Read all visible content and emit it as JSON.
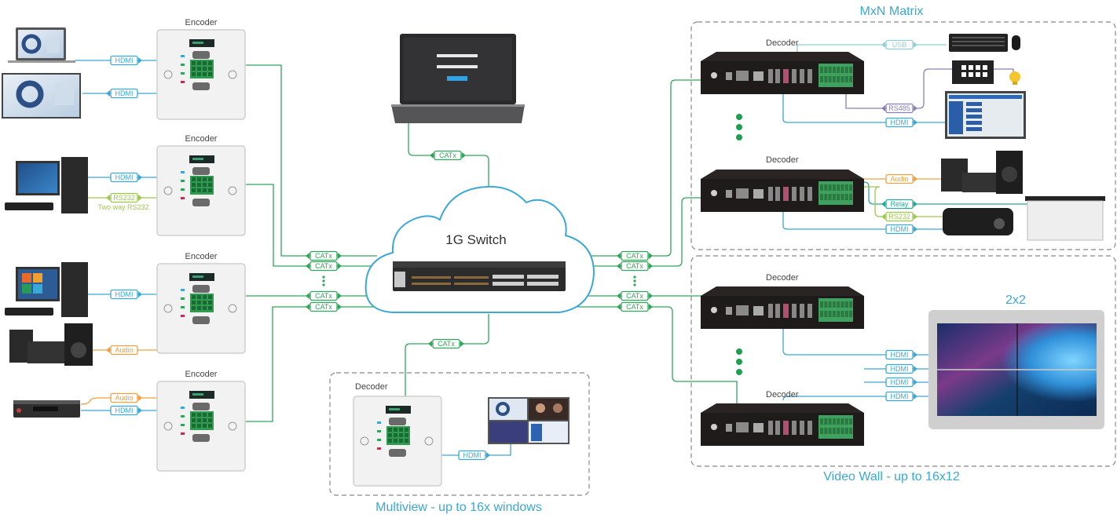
{
  "colors": {
    "catx": "#2fa65a",
    "hdmi": "#3aa8d8",
    "rs232": "#9cc94a",
    "audio": "#f0a040",
    "usb": "#8fd0d8",
    "rs485": "#8a7fb8",
    "relay": "#2aa89a",
    "title": "#3aa8d8",
    "cloud_stroke": "#3aa8d8"
  },
  "switch": {
    "label": "1G Switch"
  },
  "encoders": [
    {
      "label": "Encoder",
      "sources": [
        {
          "device": "laptop",
          "signal": "HDMI",
          "direction": "in"
        },
        {
          "device": "display",
          "signal": "HDMI",
          "direction": "out"
        }
      ]
    },
    {
      "label": "Encoder",
      "sources": [
        {
          "device": "desktop-pc",
          "signal": "HDMI",
          "direction": "in"
        },
        {
          "device": "desktop-pc",
          "signal": "RS232",
          "direction": "bidirectional"
        }
      ],
      "note": "Two way RS232"
    },
    {
      "label": "Encoder",
      "sources": [
        {
          "device": "desktop-pc",
          "signal": "HDMI",
          "direction": "in"
        },
        {
          "device": "speakers",
          "signal": "Audio",
          "direction": "out"
        }
      ]
    },
    {
      "label": "Encoder",
      "sources": [
        {
          "device": "media-player",
          "signal": "Audio",
          "direction": "in"
        },
        {
          "device": "media-player",
          "signal": "HDMI",
          "direction": "in"
        }
      ]
    }
  ],
  "links": {
    "catx": "CATx",
    "hdmi": "HDMI",
    "rs232": "RS232",
    "audio": "Audio",
    "usb": "USB",
    "rs485": "RS485",
    "relay": "Relay"
  },
  "control_laptop": {
    "link": "CATx"
  },
  "multiview": {
    "title": "Multiview - up to 16x windows",
    "decoder_label": "Decoder",
    "link": "HDMI"
  },
  "matrix": {
    "title": "MxN Matrix",
    "decoders": [
      {
        "label": "Decoder",
        "links": [
          "USB",
          "RS485",
          "HDMI"
        ]
      },
      {
        "label": "Decoder",
        "links": [
          "Audio",
          "Relay",
          "RS232",
          "HDMI"
        ]
      }
    ]
  },
  "videowall": {
    "title": "Video Wall - up to 16x12",
    "wall_label": "2x2",
    "decoders": [
      {
        "label": "Decoder"
      },
      {
        "label": "Decoder"
      }
    ],
    "links": [
      "HDMI",
      "HDMI",
      "HDMI",
      "HDMI"
    ]
  }
}
